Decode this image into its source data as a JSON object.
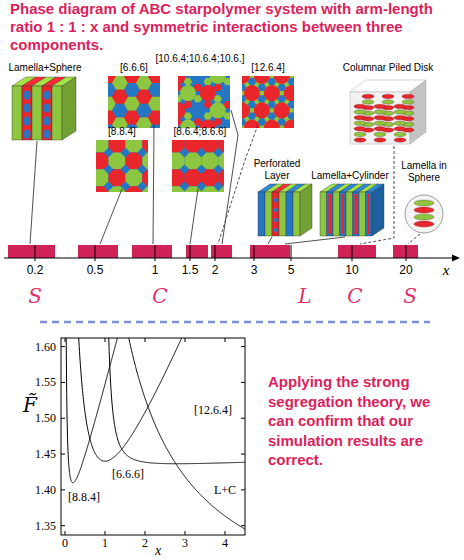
{
  "diagram": {
    "title": "Phase diagram of ABC starpolymer system with arm-length ratio 1 : 1 : x and symmetric interactions between three components.",
    "nodes": [
      {
        "text": [
          "Lamella+Sphere"
        ]
      },
      {
        "text": [
          "[6.6.6]"
        ]
      },
      {
        "text": [
          "[10.6.4;10.6.4;10.6.]"
        ]
      },
      {
        "text": [
          "[12.6.4]"
        ]
      },
      {
        "text": [
          "Columnar Piled Disk"
        ]
      },
      {
        "text": [
          "[8.8.4]"
        ]
      },
      {
        "text": [
          "[8.6.4;8.6.6]"
        ]
      },
      {
        "text": [
          "Perforated Layer"
        ]
      },
      {
        "text": [
          "Lamella+Cylinder"
        ]
      },
      {
        "text": [
          "Lamella in Sphere"
        ]
      }
    ],
    "labels": [
      "0.2",
      "0.5",
      "1",
      "1.5",
      "2",
      "3",
      "5",
      "10",
      "20",
      "x",
      "S",
      "C",
      "L",
      "C",
      "S",
      "F̃",
      "1.60",
      "1.55",
      "1.50",
      "1.45",
      "1.40",
      "1.35",
      "0",
      "1",
      "2",
      "3",
      "4",
      "x",
      "[8.8.4]",
      "[6.6.6]",
      "[12.6.4]",
      "L+C",
      "Applying the strong segregation theory, we can confirm that our simulation results are correct."
    ]
  }
}
